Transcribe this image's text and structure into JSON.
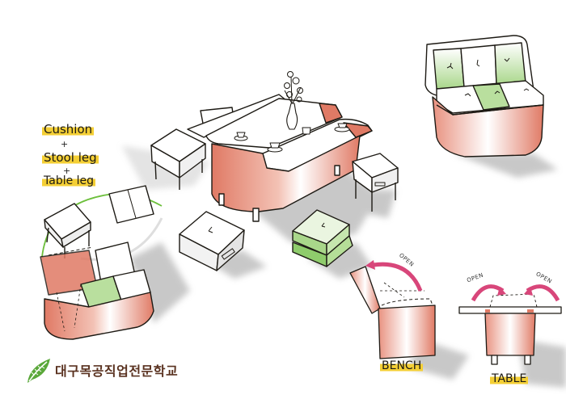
{
  "illustration": {
    "title": "Convertible furniture concept sketch",
    "colors": {
      "coral": "#e07a65",
      "coral_light": "#f0b3a3",
      "green": "#a9d78a",
      "shadow": "#b5b5b5",
      "ink": "#1d1a14",
      "highlight": "#f4cf35",
      "arrow_pink": "#d8467a",
      "logo_green": "#5aa83a",
      "logo_brown": "#5a3220"
    }
  },
  "annotations": {
    "components": {
      "line1": "Cushion",
      "plus1": "+",
      "line2": "Stool leg",
      "plus2": "+",
      "line3": "Table leg"
    },
    "bench_label": "BENCH",
    "table_label": "TABLE",
    "open_labels": [
      "OPEN",
      "OPEN",
      "OPEN"
    ]
  },
  "logo": {
    "icon": "leaf-icon",
    "text": "대구목공직업전문학교"
  }
}
